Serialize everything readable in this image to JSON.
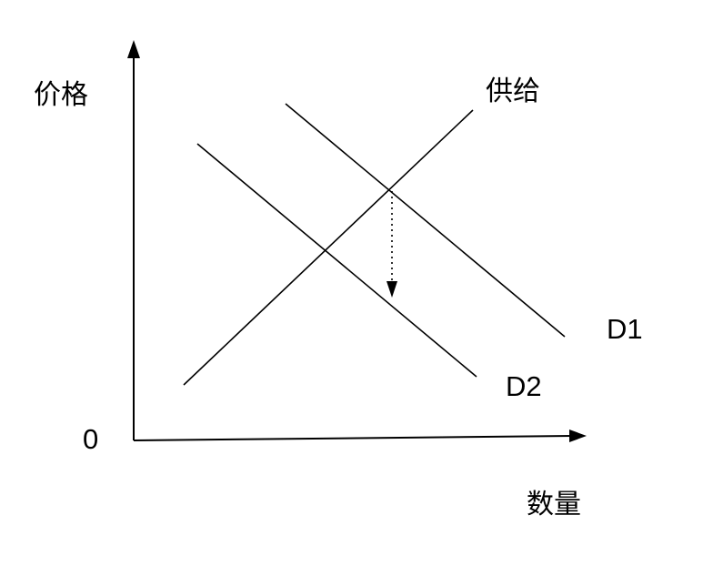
{
  "labels": {
    "y_axis": "价格",
    "x_axis": "数量",
    "origin": "0",
    "supply": "供给",
    "demand_1": "D1",
    "demand_2": "D2"
  },
  "colors": {
    "line": "#000000",
    "background": "#ffffff"
  }
}
